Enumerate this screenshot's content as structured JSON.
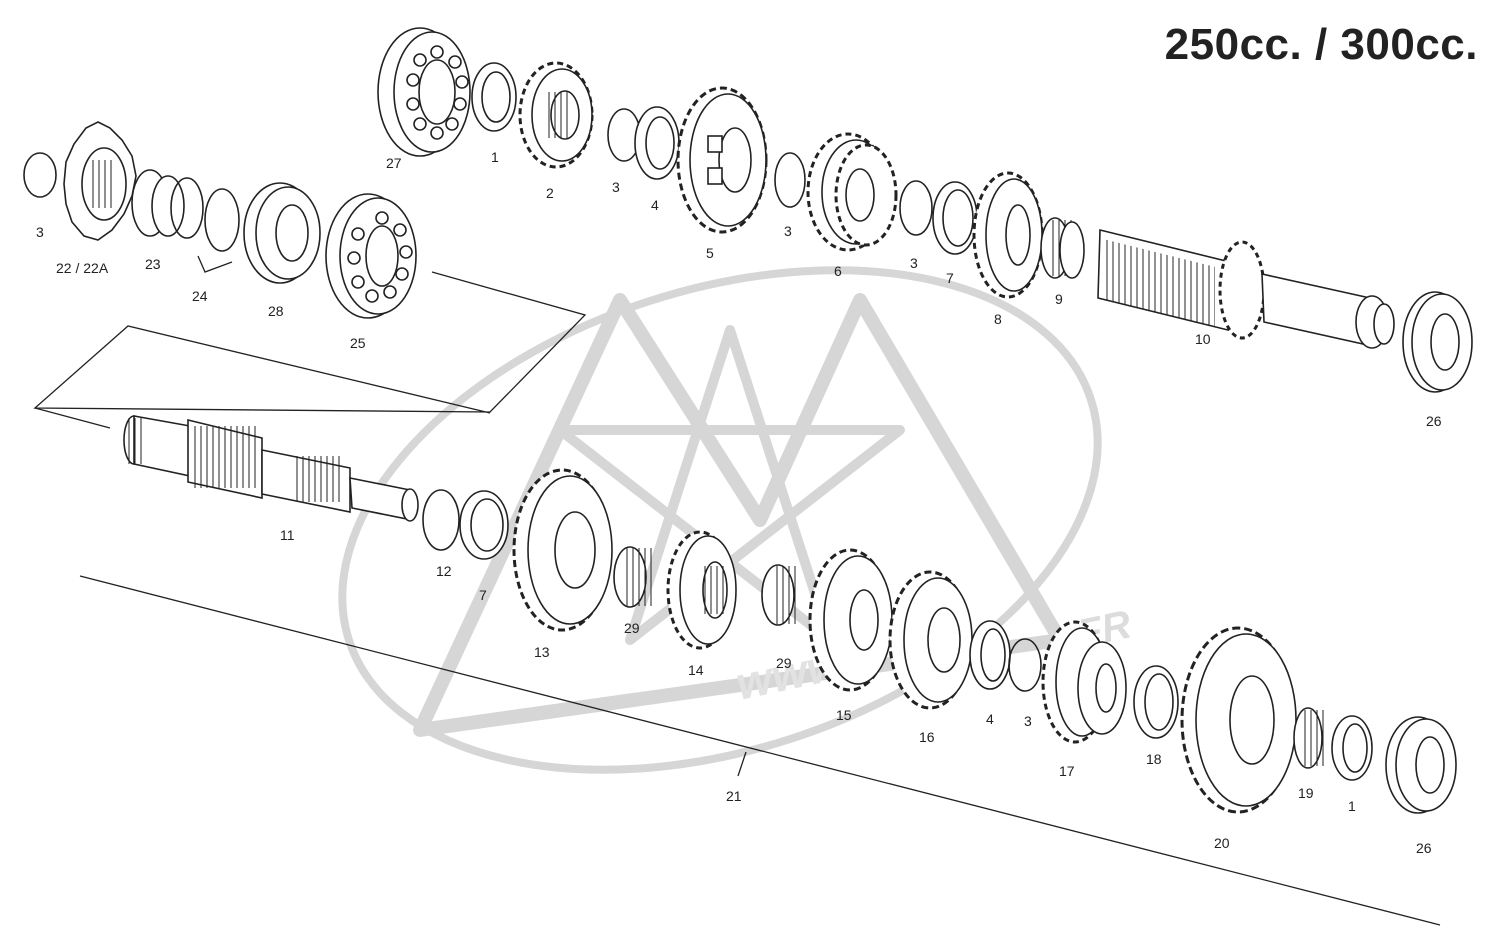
{
  "title": "250cc. / 300cc.",
  "watermark": {
    "domain": ".FR"
  },
  "colors": {
    "ink": "#222222",
    "watermark": "#d6d6d6"
  },
  "callouts": [
    {
      "id": "c27",
      "label": "27"
    },
    {
      "id": "c1a",
      "label": "1"
    },
    {
      "id": "c2",
      "label": "2"
    },
    {
      "id": "c3a",
      "label": "3"
    },
    {
      "id": "c4a",
      "label": "4"
    },
    {
      "id": "c5",
      "label": "5"
    },
    {
      "id": "c3b",
      "label": "3"
    },
    {
      "id": "c6",
      "label": "6"
    },
    {
      "id": "c3c",
      "label": "3"
    },
    {
      "id": "c7a",
      "label": "7"
    },
    {
      "id": "c8",
      "label": "8"
    },
    {
      "id": "c9",
      "label": "9"
    },
    {
      "id": "c10",
      "label": "10"
    },
    {
      "id": "c26a",
      "label": "26"
    },
    {
      "id": "c3d",
      "label": "3"
    },
    {
      "id": "c22",
      "label": "22 / 22A"
    },
    {
      "id": "c23",
      "label": "23"
    },
    {
      "id": "c24",
      "label": "24"
    },
    {
      "id": "c28",
      "label": "28"
    },
    {
      "id": "c25",
      "label": "25"
    },
    {
      "id": "c11",
      "label": "11"
    },
    {
      "id": "c12",
      "label": "12"
    },
    {
      "id": "c7b",
      "label": "7"
    },
    {
      "id": "c13",
      "label": "13"
    },
    {
      "id": "c29a",
      "label": "29"
    },
    {
      "id": "c14",
      "label": "14"
    },
    {
      "id": "c29b",
      "label": "29"
    },
    {
      "id": "c15",
      "label": "15"
    },
    {
      "id": "c16",
      "label": "16"
    },
    {
      "id": "c4b",
      "label": "4"
    },
    {
      "id": "c3e",
      "label": "3"
    },
    {
      "id": "c17",
      "label": "17"
    },
    {
      "id": "c18",
      "label": "18"
    },
    {
      "id": "c19",
      "label": "19"
    },
    {
      "id": "c1b",
      "label": "1"
    },
    {
      "id": "c20",
      "label": "20"
    },
    {
      "id": "c26b",
      "label": "26"
    },
    {
      "id": "c21",
      "label": "21"
    }
  ]
}
